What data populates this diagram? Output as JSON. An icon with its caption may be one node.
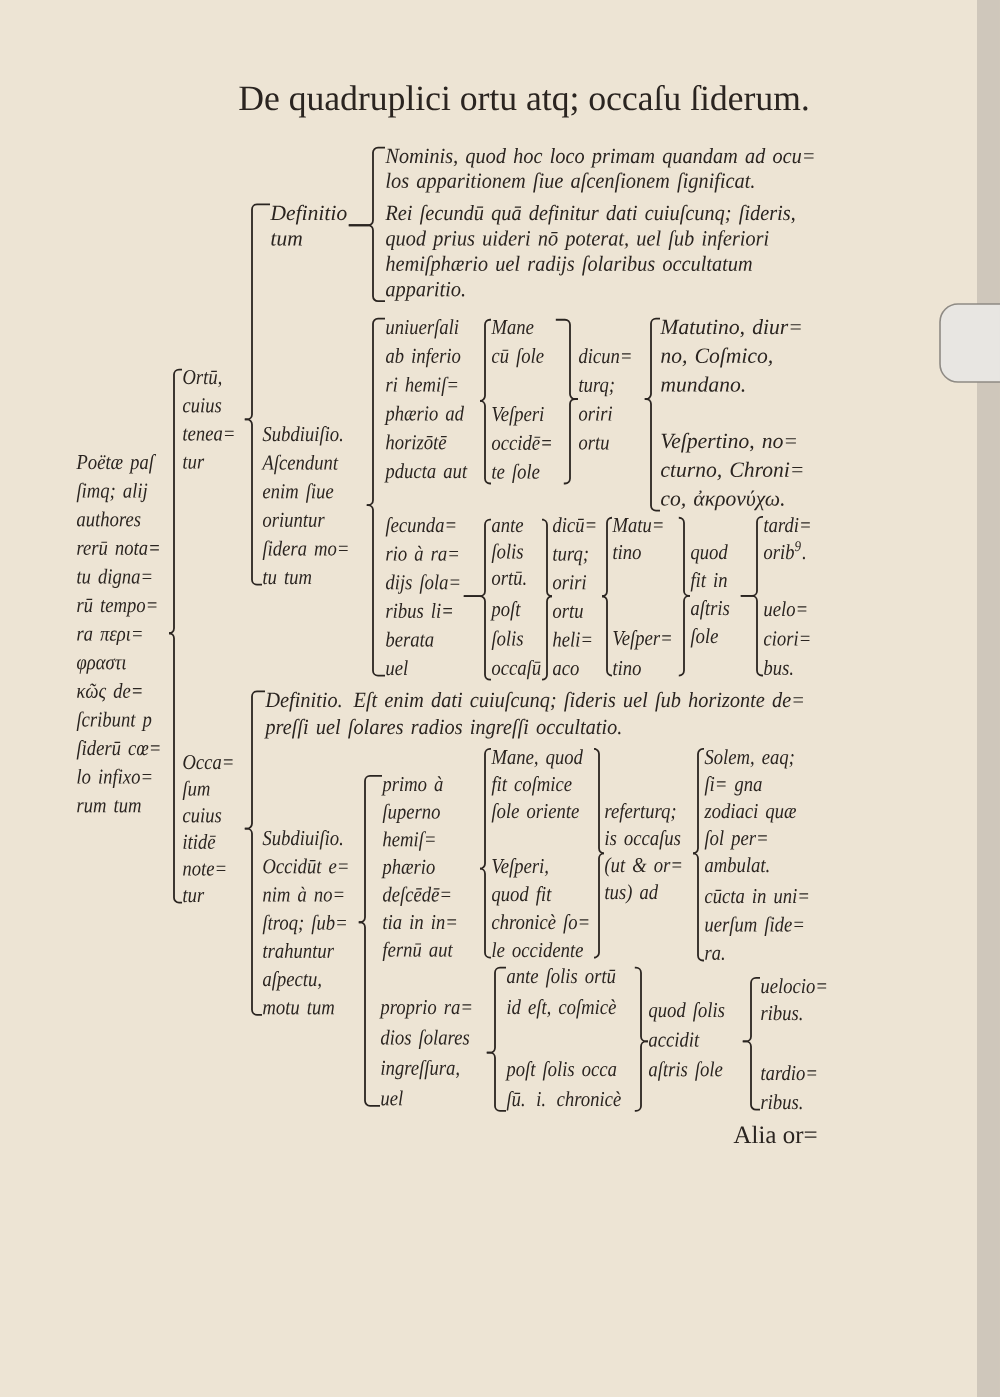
{
  "diagram": {
    "title": "De quadruplici ortu atq; occaſu ſiderum.",
    "nodes": [
      {
        "text": [
          "Poëtæ paſ ſimq; alij authores rerū nota= tu digna= rū tempo= ra περι= φραστι κῶς de= ſcribunt p ſiderū cœ= lo infixo= rum tum"
        ]
      },
      {
        "text": [
          "Ortū, cuius tenea= tur"
        ]
      },
      {
        "text": [
          "Definitio tum"
        ]
      },
      {
        "text": [
          "Nominis, quod hoc loco primam quandam ad ocu= los apparitionem ſiue aſcenſionem ſignificat."
        ]
      },
      {
        "text": [
          "Rei ſecundū quā definitur dati cuiuſcunq; ſideris, quod prius uideri nō poterat, uel ſub inferiori hemiſphærio uel radijs ſolaribus occultatum apparitio."
        ]
      },
      {
        "text": [
          "Subdiuiſio. Aſcendunt enim ſiue oriuntur ſidera mo= tu tum"
        ]
      },
      {
        "text": [
          "uniuerſali ab inferio ri hemiſ= phærio ad horizōtē pducta aut"
        ]
      },
      {
        "text": [
          "Mane cū ſole"
        ]
      },
      {
        "text": [
          "Veſperi occidē= te ſole"
        ]
      },
      {
        "text": [
          "dicun= turq; oriri ortu"
        ]
      },
      {
        "text": [
          "Matutino, diur= no, Coſmico, mundano."
        ]
      },
      {
        "text": [
          "Veſpertino, no= cturno, Chroni= co, ἀκρονύχω."
        ]
      },
      {
        "text": [
          "ſecunda= rio à ra= dijs ſola= ribus li= berata uel"
        ]
      },
      {
        "text": [
          "ante ſolis ortū."
        ]
      },
      {
        "text": [
          "poſt ſolis occaſū"
        ]
      },
      {
        "text": [
          "dicū= turq; oriri ortu heli= aco"
        ]
      },
      {
        "text": [
          "Matu= tino"
        ]
      },
      {
        "text": [
          "Veſper= tino"
        ]
      },
      {
        "text": [
          "quod fit in aſtris ſole"
        ]
      },
      {
        "text": [
          "tardi= orib$^{9}$."
        ]
      },
      {
        "text": [
          "uelo= ciori= bus."
        ]
      },
      {
        "text": [
          "Occa= ſum cuius itidē note= tur"
        ]
      },
      {
        "text": [
          "Definitio. Eſt enim dati cuiuſcunq; ſideris uel ſub horizonte de= preſſi uel ſolares radios ingreſſi occultatio."
        ]
      },
      {
        "text": [
          "Subdiuiſio. Occidūt e= nim à no= ſtroq; ſub= trahuntur aſpectu, motu tum"
        ]
      },
      {
        "text": [
          "primo à ſuperno hemiſ= phærio deſcēdē= tia in in= fernū aut"
        ]
      },
      {
        "text": [
          "Mane, quod fit coſmice ſole oriente"
        ]
      },
      {
        "text": [
          "Veſperi, quod fit chronicè ſo= le occidente"
        ]
      },
      {
        "text": [
          "referturq; is occaſus (ut & or= tus) ad"
        ]
      },
      {
        "text": [
          "Solem, eaq; ſi= gna zodiaci quæ ſol per= ambulat."
        ]
      },
      {
        "text": [
          "cūcta in uni= uerſum ſide= ra."
        ]
      },
      {
        "text": [
          "proprio ra= dios ſolares ingreſſura, uel"
        ]
      },
      {
        "text": [
          "ante ſolis ortū id eſt, coſmicè"
        ]
      },
      {
        "text": [
          "poſt ſolis occa ſū. i. chronicè"
        ]
      },
      {
        "text": [
          "quod ſolis accidit aſtris ſole"
        ]
      },
      {
        "text": [
          "uelocio= ribus."
        ]
      },
      {
        "text": [
          "tardio= ribus."
        ]
      }
    ],
    "edges": [
      {
        "from": 0,
        "to": 1,
        "arrow": "none"
      },
      {
        "from": 0,
        "to": 21,
        "arrow": "none"
      },
      {
        "from": 1,
        "to": 2,
        "arrow": "none"
      },
      {
        "from": 1,
        "to": 5,
        "arrow": "none"
      },
      {
        "from": 2,
        "to": 3,
        "arrow": "none"
      },
      {
        "from": 2,
        "to": 4,
        "arrow": "none"
      },
      {
        "from": 5,
        "to": 6,
        "arrow": "none"
      },
      {
        "from": 5,
        "to": 12,
        "arrow": "none"
      },
      {
        "from": 6,
        "to": 7,
        "arrow": "none"
      },
      {
        "from": 6,
        "to": 8,
        "arrow": "none"
      },
      {
        "from": 7,
        "to": 9,
        "arrow": "none"
      },
      {
        "from": 8,
        "to": 9,
        "arrow": "none"
      },
      {
        "from": 9,
        "to": 10,
        "arrow": "none"
      },
      {
        "from": 9,
        "to": 11,
        "arrow": "none"
      },
      {
        "from": 12,
        "to": 13,
        "arrow": "none"
      },
      {
        "from": 12,
        "to": 14,
        "arrow": "none"
      },
      {
        "from": 13,
        "to": 15,
        "arrow": "none"
      },
      {
        "from": 14,
        "to": 15,
        "arrow": "none"
      },
      {
        "from": 15,
        "to": 16,
        "arrow": "none"
      },
      {
        "from": 15,
        "to": 17,
        "arrow": "none"
      },
      {
        "from": 16,
        "to": 18,
        "arrow": "none"
      },
      {
        "from": 17,
        "to": 18,
        "arrow": "none"
      },
      {
        "from": 18,
        "to": 19,
        "arrow": "none"
      },
      {
        "from": 18,
        "to": 20,
        "arrow": "none"
      },
      {
        "from": 21,
        "to": 22,
        "arrow": "none"
      },
      {
        "from": 21,
        "to": 23,
        "arrow": "none"
      },
      {
        "from": 23,
        "to": 24,
        "arrow": "none"
      },
      {
        "from": 23,
        "to": 30,
        "arrow": "none"
      },
      {
        "from": 24,
        "to": 25,
        "arrow": "none"
      },
      {
        "from": 24,
        "to": 26,
        "arrow": "none"
      },
      {
        "from": 25,
        "to": 27,
        "arrow": "none"
      },
      {
        "from": 26,
        "to": 27,
        "arrow": "none"
      },
      {
        "from": 27,
        "to": 28,
        "arrow": "none"
      },
      {
        "from": 27,
        "to": 29,
        "arrow": "none"
      },
      {
        "from": 30,
        "to": 31,
        "arrow": "none"
      },
      {
        "from": 30,
        "to": 32,
        "arrow": "none"
      },
      {
        "from": 31,
        "to": 33,
        "arrow": "none"
      },
      {
        "from": 32,
        "to": 33,
        "arrow": "none"
      },
      {
        "from": 33,
        "to": 34,
        "arrow": "none"
      },
      {
        "from": 33,
        "to": 35,
        "arrow": "none"
      }
    ],
    "labels": [
      "Alia or="
    ]
  }
}
